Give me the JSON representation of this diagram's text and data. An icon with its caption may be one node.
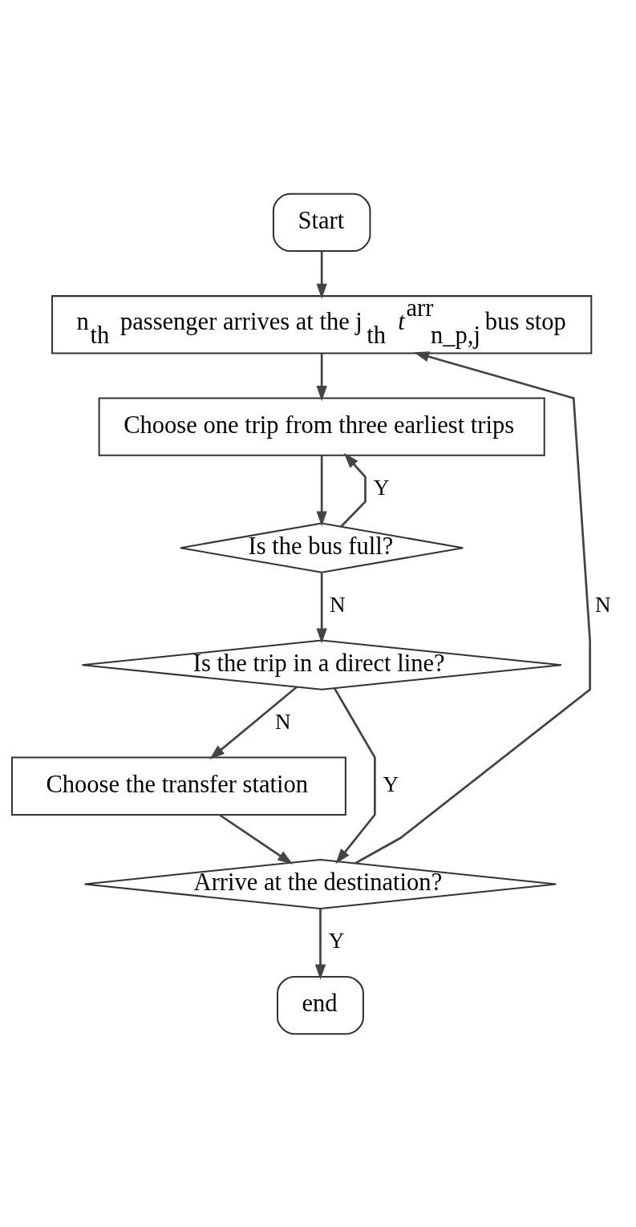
{
  "diagram": {
    "nodes": [
      {
        "text": [
          "Start"
        ]
      },
      {
        "text": [
          "n$_{th}$ passenger arrives at the j$_{th}$ *t*$^{arr}$$_{n_p,j}$ bus stop"
        ]
      },
      {
        "text": [
          "Choose one trip from three earliest trips"
        ]
      },
      {
        "text": [
          "Is the bus full?"
        ]
      },
      {
        "text": [
          "Is the trip in a direct line?"
        ]
      },
      {
        "text": [
          "Choose the transfer station"
        ]
      },
      {
        "text": [
          "Arrive at the destination?"
        ]
      },
      {
        "text": [
          "end"
        ]
      }
    ],
    "edges": [
      {
        "from": 0,
        "to": 1,
        "arrow": "to"
      },
      {
        "from": 1,
        "to": 2,
        "arrow": "to"
      },
      {
        "from": 2,
        "to": 3,
        "arrow": "to"
      },
      {
        "from": 3,
        "to": 2,
        "arrow": "to",
        "label": "Y"
      },
      {
        "from": 3,
        "to": 4,
        "arrow": "to",
        "label": "N"
      },
      {
        "from": 4,
        "to": 5,
        "arrow": "to",
        "label": "N"
      },
      {
        "from": 4,
        "to": 6,
        "arrow": "to",
        "label": "Y"
      },
      {
        "from": 5,
        "to": 6,
        "arrow": "to"
      },
      {
        "from": 6,
        "to": 1,
        "arrow": "to",
        "label": "N"
      },
      {
        "from": 6,
        "to": 7,
        "arrow": "to",
        "label": "Y"
      }
    ]
  }
}
